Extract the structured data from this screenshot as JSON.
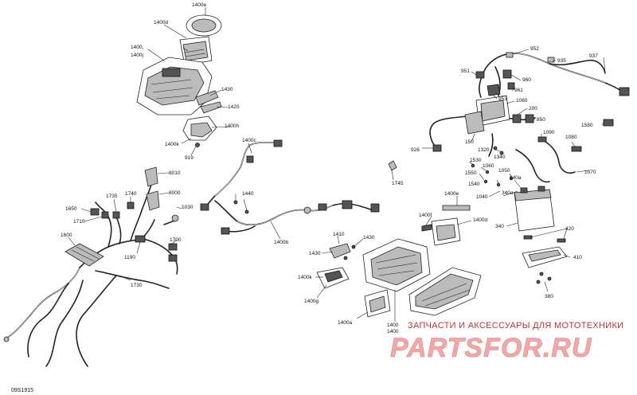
{
  "diagram_code": "09S1915",
  "watermark": {
    "tagline": "ЗАПЧАСТИ И АКСЕССУАРЫ ДЛЯ МОТОТЕХНИКИ",
    "brand": "PARTSFOR.RU"
  },
  "callouts": [
    {
      "id": "c-1400e",
      "text": "1400e"
    },
    {
      "id": "c-1400d-top",
      "text": "1400d"
    },
    {
      "id": "c-1400",
      "text": "1400,"
    },
    {
      "id": "c-1400j",
      "text": "1400j"
    },
    {
      "id": "c-1430-top",
      "text": "1430"
    },
    {
      "id": "c-1420",
      "text": "1420"
    },
    {
      "id": "c-1400h",
      "text": "1400h"
    },
    {
      "id": "c-1400k-top",
      "text": "1400k"
    },
    {
      "id": "c-919",
      "text": "919"
    },
    {
      "id": "c-1400c",
      "text": "1400c"
    },
    {
      "id": "c-8010",
      "text": "8010"
    },
    {
      "id": "c-1740",
      "text": "1740"
    },
    {
      "id": "c-1735",
      "text": "1735"
    },
    {
      "id": "c-8000",
      "text": "8000"
    },
    {
      "id": "c-1650",
      "text": "1650"
    },
    {
      "id": "c-1030",
      "text": "1030"
    },
    {
      "id": "c-1710",
      "text": "1710"
    },
    {
      "id": "c-1440",
      "text": "1440"
    },
    {
      "id": "c-1600",
      "text": "1600"
    },
    {
      "id": "c-1700",
      "text": "1700"
    },
    {
      "id": "c-1190",
      "text": "1190"
    },
    {
      "id": "c-1730",
      "text": "1730"
    },
    {
      "id": "c-1400b",
      "text": "1400b"
    },
    {
      "id": "c-1745",
      "text": "1745"
    },
    {
      "id": "c-1410",
      "text": "1410"
    },
    {
      "id": "c-1430-mid",
      "text": "1430"
    },
    {
      "id": "c-1430-left",
      "text": "1430"
    },
    {
      "id": "c-1400k-mid",
      "text": "1400k"
    },
    {
      "id": "c-1400g",
      "text": "1400g"
    },
    {
      "id": "c-1400a",
      "text": "1400a"
    },
    {
      "id": "c-1400-bottom",
      "text": "1400"
    },
    {
      "id": "c-1400-bottom2",
      "text": "1400"
    },
    {
      "id": "c-1400e-mid",
      "text": "1400e"
    },
    {
      "id": "c-1400f",
      "text": "1400f"
    },
    {
      "id": "c-1400d-mid",
      "text": "1400d"
    },
    {
      "id": "c-952",
      "text": "952"
    },
    {
      "id": "c-935",
      "text": "935"
    },
    {
      "id": "c-937",
      "text": "937"
    },
    {
      "id": "c-951",
      "text": "951"
    },
    {
      "id": "c-960",
      "text": "960"
    },
    {
      "id": "c-961",
      "text": "961"
    },
    {
      "id": "c-953",
      "text": "953"
    },
    {
      "id": "c-1060-top",
      "text": "1060"
    },
    {
      "id": "c-200",
      "text": "200"
    },
    {
      "id": "c-850",
      "text": "850"
    },
    {
      "id": "c-1580",
      "text": "1580"
    },
    {
      "id": "c-926",
      "text": "926"
    },
    {
      "id": "c-150",
      "text": "150"
    },
    {
      "id": "c-1320",
      "text": "1320"
    },
    {
      "id": "c-1340",
      "text": "1340"
    },
    {
      "id": "c-1090",
      "text": "1090"
    },
    {
      "id": "c-1080",
      "text": "1080"
    },
    {
      "id": "c-1530",
      "text": "1530"
    },
    {
      "id": "c-1060-mid",
      "text": "1060"
    },
    {
      "id": "c-1550",
      "text": "1550"
    },
    {
      "id": "c-1050",
      "text": "1050"
    },
    {
      "id": "c-340a-top",
      "text": "340a"
    },
    {
      "id": "c-1540",
      "text": "1540"
    },
    {
      "id": "c-1070",
      "text": "1070"
    },
    {
      "id": "c-1040",
      "text": "1040"
    },
    {
      "id": "c-340a-mid",
      "text": "340a"
    },
    {
      "id": "c-340",
      "text": "340"
    },
    {
      "id": "c-420",
      "text": "420"
    },
    {
      "id": "c-410",
      "text": "410"
    },
    {
      "id": "c-380",
      "text": "380"
    }
  ]
}
